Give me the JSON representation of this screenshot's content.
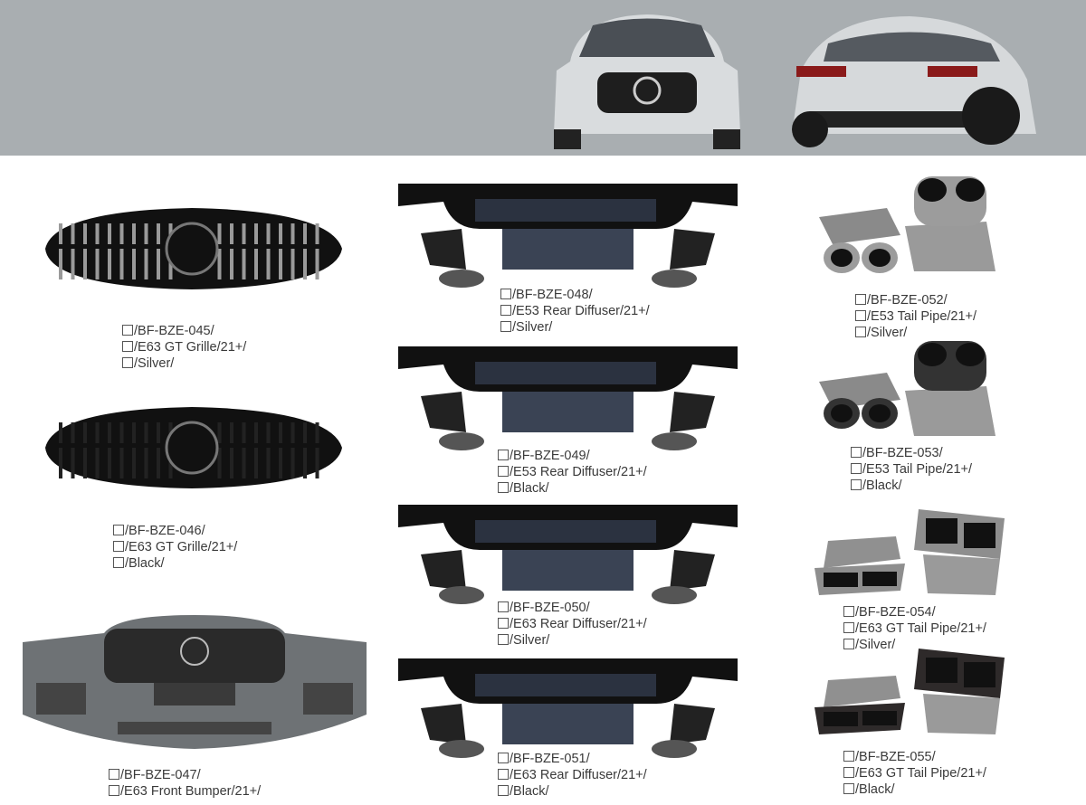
{
  "banner": {
    "front_car": "car-front-view",
    "rear_car": "car-rear-view"
  },
  "products": [
    {
      "code": "/BF-BZE-045/",
      "name": "/E63 GT Grille/21+/",
      "color": "/Silver/",
      "kind": "grille",
      "tone": "#9a9a9a"
    },
    {
      "code": "/BF-BZE-046/",
      "name": "/E63 GT Grille/21+/",
      "color": "/Black/",
      "kind": "grille",
      "tone": "#222222"
    },
    {
      "code": "/BF-BZE-047/",
      "name": "/E63 Front Bumper/21+/",
      "kind": "bumper"
    },
    {
      "code": "/BF-BZE-048/",
      "name": "/E53 Rear Diffuser/21+/",
      "color": "/Silver/",
      "kind": "diffuser"
    },
    {
      "code": "/BF-BZE-049/",
      "name": "/E53 Rear Diffuser/21+/",
      "color": "/Black/",
      "kind": "diffuser"
    },
    {
      "code": "/BF-BZE-050/",
      "name": "/E63 Rear Diffuser/21+/",
      "color": "/Silver/",
      "kind": "diffuser"
    },
    {
      "code": "/BF-BZE-051/",
      "name": "/E63 Rear Diffuser/21+/",
      "color": "/Black/",
      "kind": "diffuser"
    },
    {
      "code": "/BF-BZE-052/",
      "name": "/E53 Tail Pipe/21+/",
      "color": "/Silver/",
      "kind": "tailpipe-round",
      "tone": "#9c9c9c"
    },
    {
      "code": "/BF-BZE-053/",
      "name": "/E53 Tail Pipe/21+/",
      "color": "/Black/",
      "kind": "tailpipe-round",
      "tone": "#333333"
    },
    {
      "code": "/BF-BZE-054/",
      "name": "/E63 GT Tail Pipe/21+/",
      "color": "/Silver/",
      "kind": "tailpipe-square",
      "tone": "#8e8e8e"
    },
    {
      "code": "/BF-BZE-055/",
      "name": "/E63 GT Tail Pipe/21+/",
      "color": "/Black/",
      "kind": "tailpipe-square",
      "tone": "#2e2a2a"
    }
  ]
}
